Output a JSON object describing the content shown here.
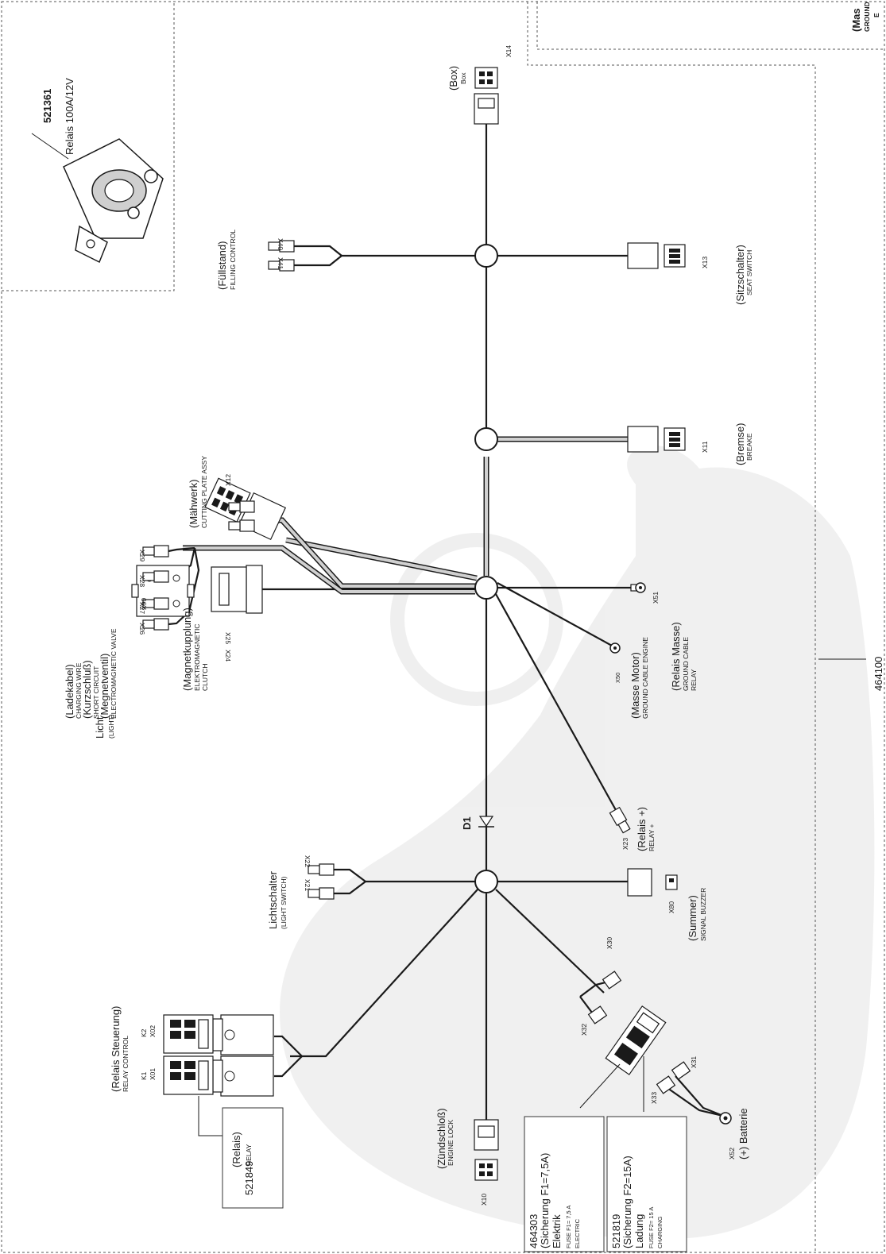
{
  "relay_callout": {
    "part_no": "521361",
    "label": "Relais 100A/12V"
  },
  "harness_no": "464100",
  "ground_partial": {
    "de": "(Mas",
    "en": "GROUND",
    "en2": "E"
  },
  "connectors": {
    "x14": {
      "id": "X14",
      "de": "(Box)",
      "en": "Box"
    },
    "x40": {
      "id": "X40"
    },
    "x41": {
      "id": "X41"
    },
    "filling": {
      "de": "(Füllstand)",
      "en": "FILLING CONTROL"
    },
    "x13": {
      "id": "X13",
      "de": "(Sitzschalter)",
      "en": "SEAT SWITCH"
    },
    "x11": {
      "id": "X11",
      "de": "(Bremse)",
      "en": "BREAKE"
    },
    "x12": {
      "id": "X12",
      "de": "(Mähwerk)",
      "en": "CUTTING PLATE ASSY"
    },
    "x24": {
      "id": "X24"
    },
    "x25": {
      "id": "X25"
    },
    "clutch": {
      "de": "(Magnetkupplung)",
      "en1": "ELEKTROMAGNETIC",
      "en2": "CLUTCH"
    },
    "x90": {
      "id": "X90"
    },
    "charging": {
      "de1": "(Ladekabel)",
      "en1": "CHARGING WIRE",
      "de2": "(Kurzschluß)",
      "en2": "SHORT CIRCUIT",
      "de3": "(Megnetventil)",
      "en3": "ELECTROMAGNETIC VALVE"
    },
    "x50": {
      "id": "X50",
      "de": "(Masse Motor)",
      "en": "GROUND CABLE ENGINE"
    },
    "x51": {
      "id": "X51",
      "de": "(Relais Masse)",
      "en1": "GROUND CABLE",
      "en2": "RELAY"
    },
    "x23": {
      "id": "X23",
      "de": "(Relais +)",
      "en": "RELAY +"
    },
    "x26": {
      "id": "X26"
    },
    "x27": {
      "id": "X27"
    },
    "x28": {
      "id": "X28"
    },
    "x29": {
      "id": "X29"
    },
    "light": {
      "de": "Licht",
      "en": "(LIGHT)"
    },
    "x21": {
      "id": "X21"
    },
    "x22": {
      "id": "X22"
    },
    "light_switch": {
      "de": "Lichtschalter",
      "en": "(LIGHT SWITCH)"
    },
    "x80": {
      "id": "X80",
      "de": "(Summer)",
      "en": "SIGNAL BUZZER"
    },
    "d1": {
      "id": "D1"
    },
    "relay_control": {
      "de": "(Relais Steuerung)",
      "en": "RELAY CONTROL",
      "k1": "K1",
      "x01": "X01",
      "k2": "K2",
      "x02": "X02"
    },
    "x30": {
      "id": "X30"
    },
    "x31": {
      "id": "X31"
    },
    "x32": {
      "id": "X32"
    },
    "x33": {
      "id": "X33"
    },
    "x52": {
      "id": "X52",
      "label": "(+) Batterie"
    },
    "x10": {
      "id": "X10",
      "de": "(Zündschloß)",
      "en": "ENGINE LOCK"
    }
  },
  "legend_boxes": {
    "relay": {
      "part_no": "521849",
      "de": "(Relais)",
      "en": "RELAY"
    },
    "fuse1": {
      "part_no": "464303",
      "de1": "(Sicherung F1=7,5A)",
      "de2": "Elektrik",
      "en1": "FUSE F1= 7,5 A",
      "en2": "ELECTRIC"
    },
    "fuse2": {
      "part_no": "521819",
      "de1": "(Sicherung F2=15A)",
      "de2": "Ladung",
      "en1": "FUSE F2= 15 A",
      "en2": "CHARGING"
    }
  }
}
